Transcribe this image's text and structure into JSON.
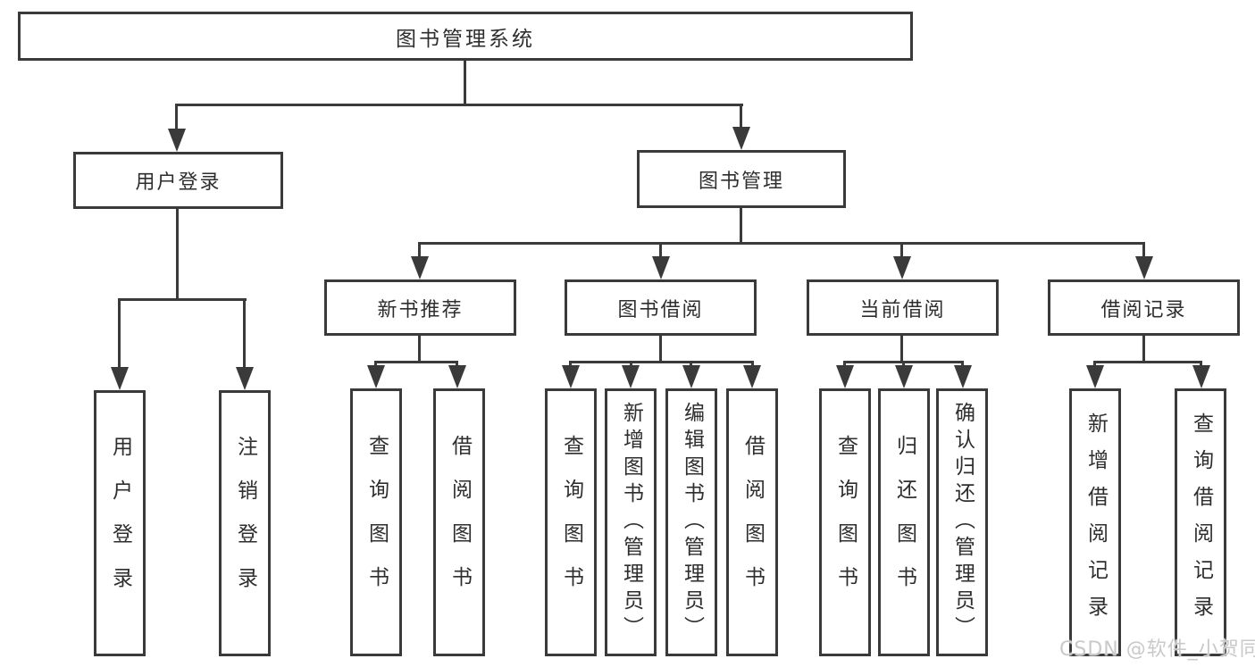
{
  "diagram": {
    "title": "图书管理系统",
    "watermark": "CSDN @软件_小贺同学",
    "colors": {
      "line": "#3a3a3a",
      "text": "#2e2e2e",
      "background": "#ffffff",
      "watermark": "#c9c9c9"
    }
  },
  "tree": {
    "root": "图书管理系统",
    "branches": [
      {
        "label": "用户登录",
        "leaves": [
          "用户登录",
          "注销登录"
        ]
      },
      {
        "label": "图书管理",
        "children": [
          {
            "label": "新书推荐",
            "leaves": [
              "查询图书",
              "借阅图书"
            ]
          },
          {
            "label": "图书借阅",
            "leaves": [
              "查询图书",
              "新增图书（管理员）",
              "编辑图书（管理员）",
              "借阅图书"
            ]
          },
          {
            "label": "当前借阅",
            "leaves": [
              "查询图书",
              "归还图书",
              "确认归还（管理员）"
            ]
          },
          {
            "label": "借阅记录",
            "leaves": [
              "新增借阅记录",
              "查询借阅记录"
            ]
          }
        ]
      }
    ]
  }
}
